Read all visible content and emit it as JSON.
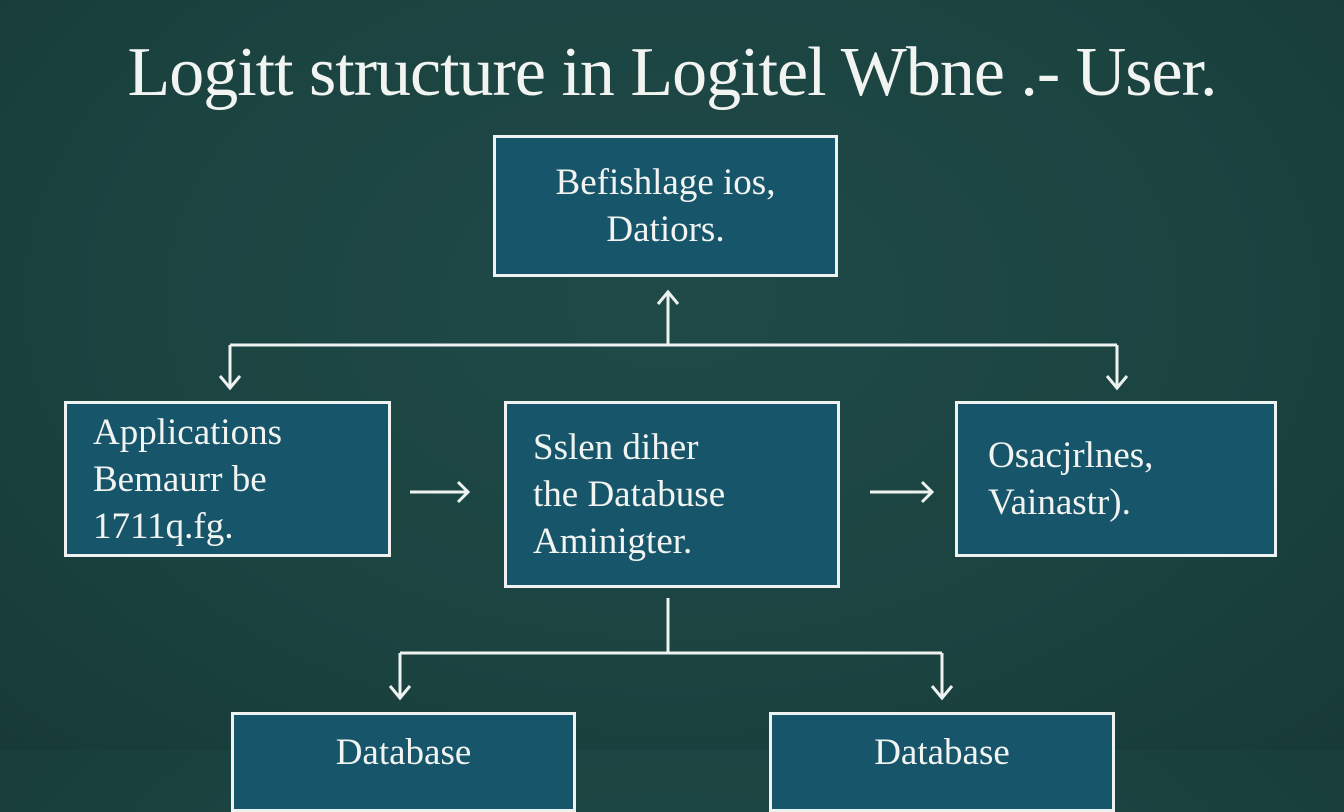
{
  "title": "Logitt structure in Logitel Wbne .- User.",
  "boxes": {
    "top": [
      "Befishlage ios,",
      "Datiors."
    ],
    "left": [
      "Applications",
      "Bemaurr be",
      "1711q.fg."
    ],
    "middle": [
      "Sslen diher",
      "the Databuse",
      "Aminigter."
    ],
    "right": [
      "Osacjrlnes,",
      "Vainastr)."
    ],
    "bottom_left": [
      "Database"
    ],
    "bottom_right": [
      "Database"
    ]
  },
  "colors": {
    "background": "#1b4340",
    "box_fill": "#17566a",
    "line": "#eef2f0"
  }
}
